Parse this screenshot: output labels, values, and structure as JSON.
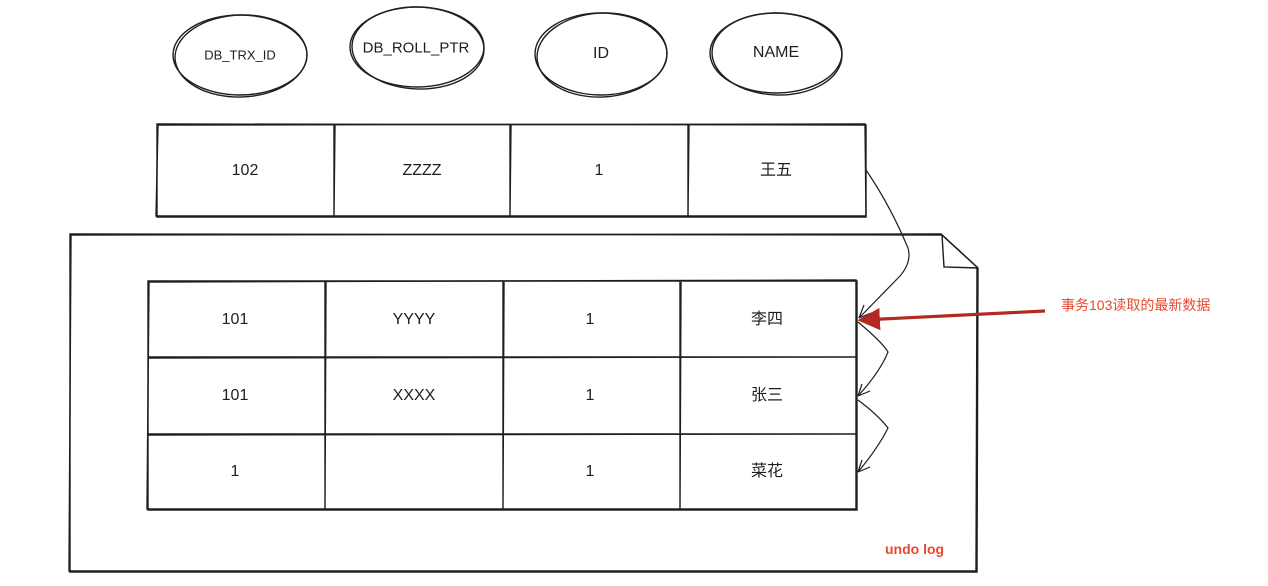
{
  "headers": [
    "DB_TRX_ID",
    "DB_ROLL_PTR",
    "ID",
    "NAME"
  ],
  "current_row": [
    "102",
    "ZZZZ",
    "1",
    "王五"
  ],
  "undo_log": {
    "label": "undo log",
    "rows": [
      [
        "101",
        "YYYY",
        "1",
        "李四"
      ],
      [
        "101",
        "XXXX",
        "1",
        "张三"
      ],
      [
        "1",
        "",
        "1",
        "菜花"
      ]
    ]
  },
  "annotation": {
    "text": "事务103读取的最新数据",
    "color": "#e8492e",
    "arrow_color": "#b02a22"
  },
  "colors": {
    "stroke": "#1e1e1e",
    "undo_label": "#e8492e"
  }
}
